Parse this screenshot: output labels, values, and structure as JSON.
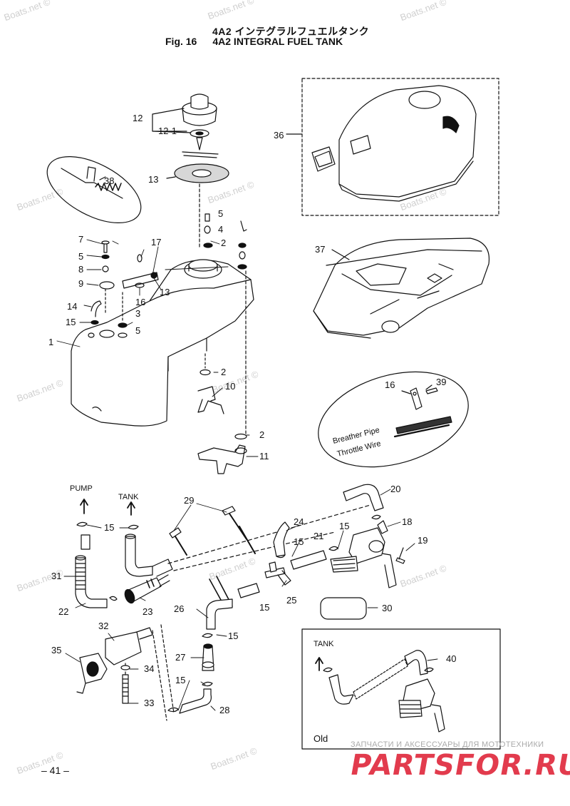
{
  "header": {
    "title_jp": "4A2 インテグラルフュエルタンク",
    "fig_label": "Fig. 16",
    "title_en": "4A2 INTEGRAL FUEL TANK"
  },
  "watermark": "Boats.net ©",
  "callouts": {
    "c1": "1",
    "c2a": "2",
    "c2b": "2",
    "c2c": "2",
    "c3": "3",
    "c4": "4",
    "c5a": "5",
    "c5b": "5",
    "c5c": "5",
    "c7": "7",
    "c8": "8",
    "c9": "9",
    "c10": "10",
    "c11": "11",
    "c12": "12",
    "c12_1": "12-1",
    "c13a": "13",
    "c13b": "13",
    "c14": "14",
    "c15a": "15",
    "c15b": "15",
    "c15c": "15",
    "c15d": "15",
    "c15e": "15",
    "c15f": "15",
    "c15g": "15",
    "c16a": "16",
    "c16b": "16",
    "c17": "17",
    "c18": "18",
    "c19": "19",
    "c20": "20",
    "c21": "21",
    "c22": "22",
    "c23": "23",
    "c24": "24",
    "c25": "25",
    "c26": "26",
    "c27": "27",
    "c28": "28",
    "c29": "29",
    "c30": "30",
    "c31": "31",
    "c32": "32",
    "c33": "33",
    "c34": "34",
    "c35": "35",
    "c36": "36",
    "c37": "37",
    "c38": "38",
    "c39": "39",
    "c40": "40"
  },
  "flow_labels": {
    "pump": "PUMP",
    "tank": "TANK",
    "inset_tank": "TANK"
  },
  "inset_labels": {
    "breather_pipe": "Breather Pipe",
    "throttle_wire": "Throttle Wire",
    "old": "Old"
  },
  "footer": {
    "page_number": "– 41 –",
    "brand_tagline": "ЗАПЧАСТИ И АКСЕССУАРЫ ДЛЯ МОТОТЕХНИКИ",
    "brand_logo": "PARTSFOR.RU"
  }
}
